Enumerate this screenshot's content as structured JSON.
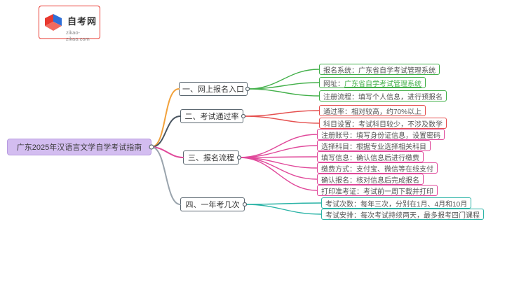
{
  "logo": {
    "title": "自考网",
    "domain": "zikao-zikao.com"
  },
  "root": {
    "label": "广东2025年汉语言文学自学考试指南"
  },
  "branches": [
    {
      "label": "一、网上报名入口",
      "children": [
        {
          "text": "报名系统：广东省自学考试管理系统"
        },
        {
          "prefix": "网址：",
          "link": "广东省自学考试管理系统"
        },
        {
          "text": "注册流程：填写个人信息，进行预报名"
        }
      ]
    },
    {
      "label": "二、考试通过率",
      "children": [
        {
          "text": "通过率：相对较高，约70%以上"
        },
        {
          "text": "科目设置：考试科目较少，不涉及数学"
        }
      ]
    },
    {
      "label": "三、报名流程",
      "children": [
        {
          "text": "注册账号：填写身份证信息，设置密码"
        },
        {
          "text": "选择科目：根据专业选择相关科目"
        },
        {
          "text": "填写信息：确认信息后进行缴费"
        },
        {
          "text": "缴费方式：支付宝、微信等在线支付"
        },
        {
          "text": "确认报名：核对信息后完成报名"
        },
        {
          "text": "打印准考证：考试前一周下载并打印"
        }
      ]
    },
    {
      "label": "四、一年考几次",
      "children": [
        {
          "text": "考试次数：每年三次，分别在1月、4月和10月"
        },
        {
          "text": "考试安排：每次考试持续两天，最多报考四门课程"
        }
      ]
    }
  ],
  "colors": {
    "orange": "#f2a23c",
    "green": "#43b04a",
    "dark": "#4a5560",
    "red": "#e5504f",
    "pink": "#e0489a",
    "gray": "#9aa4ad",
    "teal": "#2ab3a6",
    "rootBg": "#d3bdf0",
    "rootBorder": "#b79ae0",
    "nodeBorder": "#5b6770",
    "logoRed": "#e8382f",
    "logoBlue": "#2e6fd8",
    "text": "#555555"
  }
}
